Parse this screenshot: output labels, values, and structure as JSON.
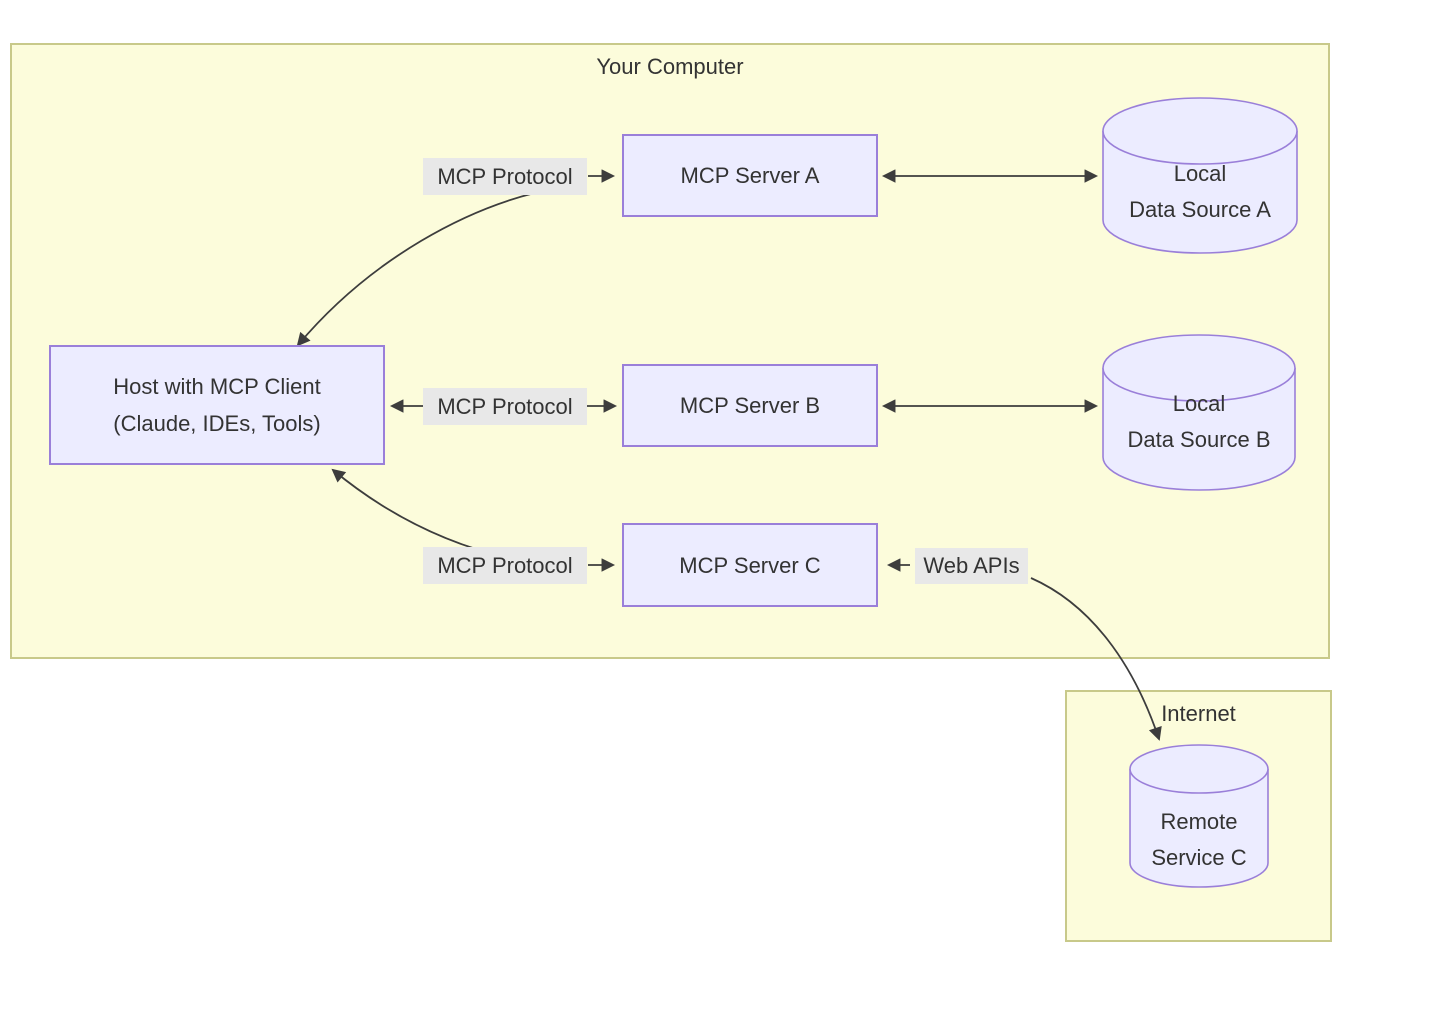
{
  "clusters": {
    "computer": {
      "label": "Your Computer"
    },
    "internet": {
      "label": "Internet"
    }
  },
  "nodes": {
    "host": {
      "line1": "Host with MCP Client",
      "line2": "(Claude, IDEs, Tools)"
    },
    "server_a": {
      "label": "MCP Server A"
    },
    "server_b": {
      "label": "MCP Server B"
    },
    "server_c": {
      "label": "MCP Server C"
    },
    "data_source_a": {
      "line1": "Local",
      "line2": "Data Source A"
    },
    "data_source_b": {
      "line1": "Local",
      "line2": "Data Source B"
    },
    "remote_service_c": {
      "line1": "Remote",
      "line2": "Service C"
    }
  },
  "edge_labels": {
    "protocol_a": "MCP Protocol",
    "protocol_b": "MCP Protocol",
    "protocol_c": "MCP Protocol",
    "web_apis": "Web APIs"
  },
  "colors": {
    "cluster_fill": "#fcfcdb",
    "cluster_border": "#c8c98a",
    "node_fill": "#ececff",
    "node_border": "#9a7fd9",
    "edge_label_bg": "#e8e8e8",
    "text": "#333333",
    "arrow": "#3d3d3d"
  }
}
